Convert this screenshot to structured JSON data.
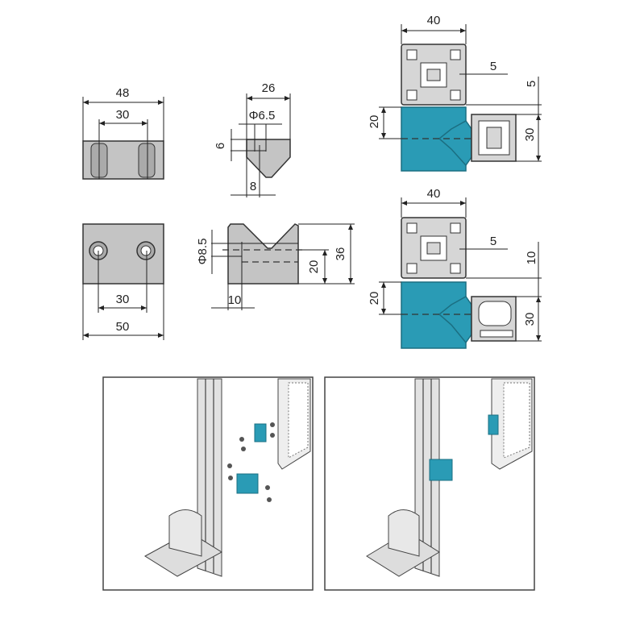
{
  "drawing": {
    "block_top_view": {
      "width": "48",
      "hole_spacing": "30"
    },
    "block_plan_view": {
      "hole_spacing": "30",
      "length": "50"
    },
    "block_side_top": {
      "width": "26",
      "hole_dia": "Φ6.5",
      "depth": "6",
      "offset": "8"
    },
    "block_side_front": {
      "hole_dia": "Φ8.5",
      "offset": "10",
      "hole_height": "20",
      "height": "36"
    },
    "assembly_upper": {
      "width": "40",
      "slot": "5",
      "top_offset": "5",
      "block_height": "20",
      "profile_height": "30"
    },
    "assembly_lower": {
      "width": "40",
      "slot": "5",
      "top_offset": "10",
      "block_height": "20",
      "profile_height": "30"
    }
  },
  "colors": {
    "connector": "#2a9bb5",
    "part": "#c4c4c4"
  }
}
